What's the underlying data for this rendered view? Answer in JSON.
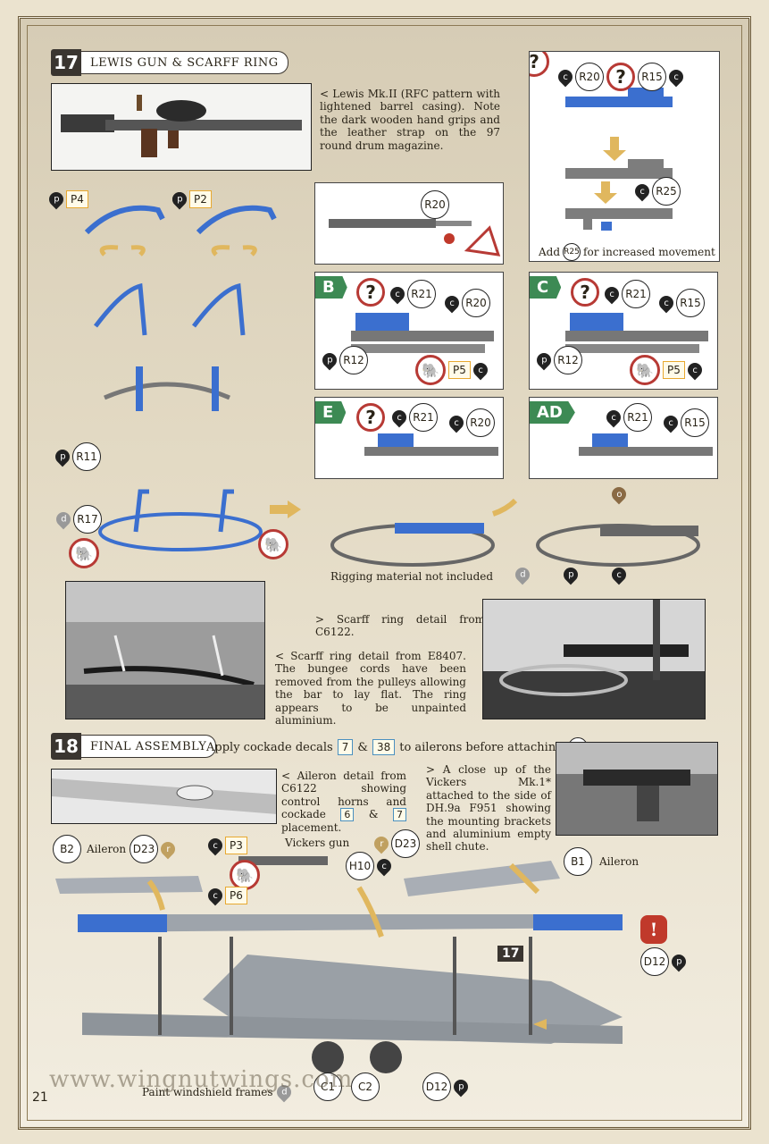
{
  "page_number": "21",
  "watermark_text": "www.wingnutwings.com",
  "step17": {
    "number": "17",
    "title": "LEWIS GUN & SCARFF RING",
    "lewis_note": "< Lewis Mk.II (RFC pattern with lightened barrel casing). Note the dark wooden hand grips and the leather strap on the 97 round drum magazine.",
    "callouts": {
      "p4": "P4",
      "p2": "P2",
      "r11": "R11",
      "r17": "R17",
      "r20": "R20",
      "r21": "R21",
      "r15": "R15",
      "r12": "R12",
      "p5": "P5",
      "r25": "R25"
    },
    "add_r25_prefix": "Add",
    "add_r25_part": "R25",
    "add_r25_suffix": "for increased movement",
    "variants": [
      "B",
      "C",
      "E",
      "AD"
    ],
    "rigging_note": "Rigging material not included",
    "scarff_detail_c6122": "> Scarff ring detail from C6122.",
    "scarff_detail_e8407": "< Scarff ring detail from E8407. The bungee cords have been removed from the pulleys allowing the bar to lay flat. The ring appears to be unpainted aluminium.",
    "paint_labels": {
      "p": "p",
      "c": "c",
      "d": "d",
      "o": "o",
      "r": "r"
    }
  },
  "step18": {
    "number": "18",
    "title": "FINAL ASSEMBLY",
    "instruction_1": "Apply cockade decals",
    "decal_7": "7",
    "amp": "&",
    "decal_38": "38",
    "instruction_2": "to ailerons before attaching",
    "part_d23": "D23",
    "aileron_note": "< Aileron detail from C6122 showing control horns and cockade",
    "aileron_decal_6": "6",
    "aileron_decal_7": "7",
    "aileron_note_tail": "placement.",
    "vickers_note": "> A close up of the Vickers Mk.1* attached to the side of DH.9a F951 showing the mounting brackets and aluminium empty shell chute.",
    "labels": {
      "b2": "B2",
      "aileron_left": "Aileron",
      "d23": "D23",
      "p3": "P3",
      "p6": "P6",
      "vickers_gun": "Vickers gun",
      "h10": "H10",
      "b1": "B1",
      "aileron_right": "Aileron",
      "d12": "D12",
      "c1": "C1",
      "c2": "C2",
      "step_ref": "17"
    },
    "paint_windshield": "Paint windshield frames"
  }
}
